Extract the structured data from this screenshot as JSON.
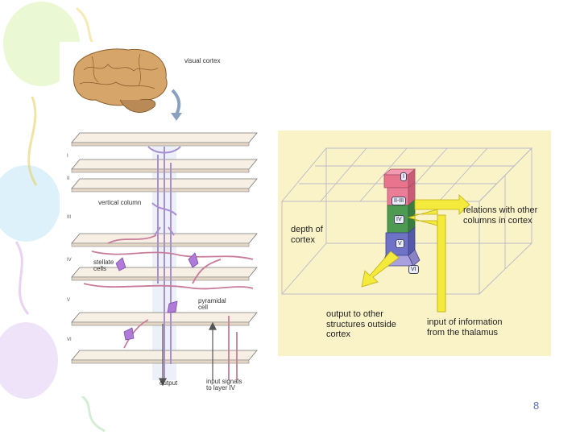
{
  "left_figure": {
    "labels": {
      "visual_cortex": "visual cortex",
      "vertical_column": "vertical column",
      "stellate_cells": "stellate\ncells",
      "pyramidal_cell": "pyramidal\ncell",
      "output": "output",
      "input_signals": "input signals\nto layer IV"
    },
    "roman_numerals": [
      "I",
      "II",
      "III",
      "IV",
      "V",
      "VI"
    ]
  },
  "right_figure": {
    "labels": {
      "depth_of_cortex": "depth of\ncortex",
      "relations": "relations with other\ncolumns in cortex",
      "output_to_other": "output to other\nstructures outside\ncortex",
      "input_information": "input of information\nfrom the thalamus"
    },
    "layer_tags": [
      "I",
      "II-III",
      "IV",
      "V",
      "VI"
    ]
  },
  "page_number": "8",
  "colors": {
    "pink": "#e8748e",
    "green": "#4d9a52",
    "purple": "#6f73c8",
    "arrow_yellow": "#f4ea3b",
    "grid_line": "#b9b9c9"
  }
}
